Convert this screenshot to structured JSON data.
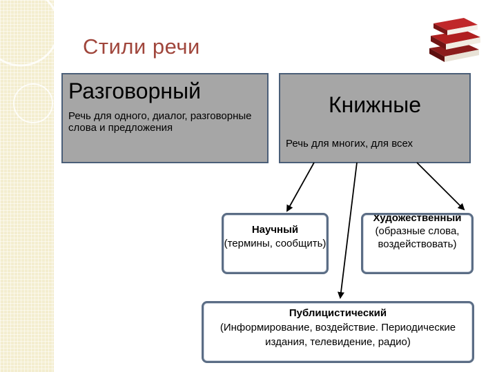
{
  "title": "Стили речи",
  "razg": {
    "heading": "Разговорный",
    "desc": "Речь для одного, диалог, разговорные слова и предложения"
  },
  "knizh": {
    "heading": "Книжные",
    "desc": "Речь для многих, для всех"
  },
  "nauch": {
    "name": "Научный",
    "desc": "(термины, сообщить)"
  },
  "khud": {
    "name": "Художественный",
    "desc": "(образные слова, воздействовать)"
  },
  "publ": {
    "name": "Публицистический",
    "desc": "(Информирование, воздействие. Периодические издания, телевидение, радио)"
  },
  "colors": {
    "title": "#a0463c",
    "box_fill": "#a6a6a6",
    "box_border": "#4a5e78",
    "strip": "#f3edcf"
  },
  "icons": [
    "books-icon"
  ]
}
